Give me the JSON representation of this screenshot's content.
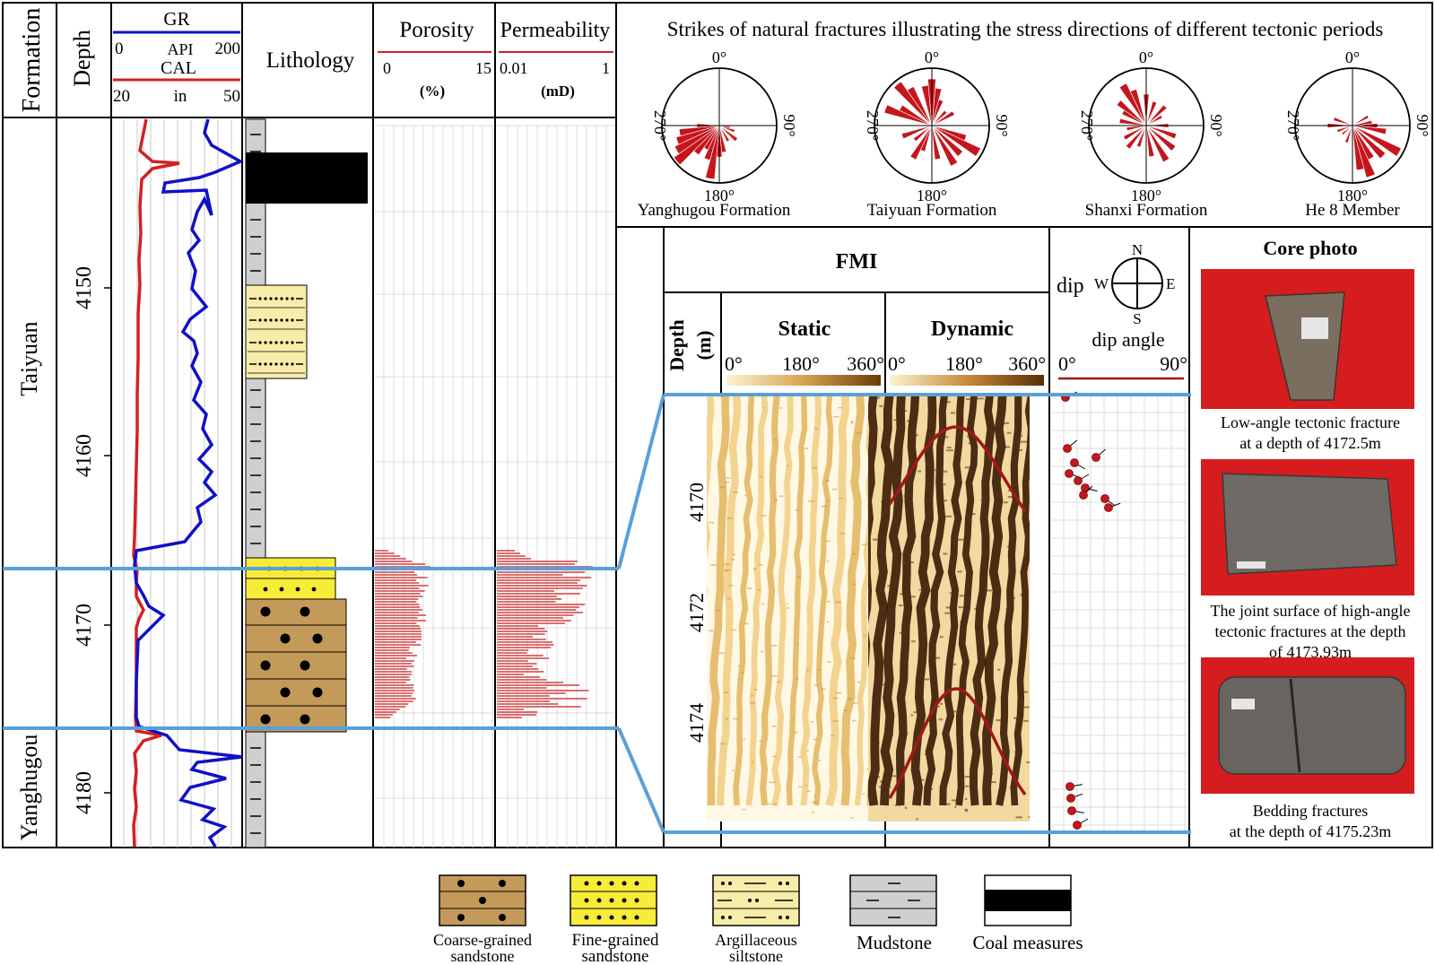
{
  "headers": {
    "formation": "Formation",
    "depth": "Depth",
    "gr": "GR",
    "api": "API",
    "gr_min": "0",
    "gr_max": "200",
    "cal": "CAL",
    "cal_unit": "in",
    "cal_min": "20",
    "cal_max": "50",
    "lithology": "Lithology",
    "porosity": "Porosity",
    "por_min": "0",
    "por_max": "15",
    "por_unit": "(%)",
    "permeability": "Permeability",
    "perm_min": "0.01",
    "perm_max": "1",
    "perm_unit": "(mD)"
  },
  "formations": [
    "Taiyuan",
    "Yanghugou"
  ],
  "depth_ticks": [
    "4150",
    "4160",
    "4170",
    "4180"
  ],
  "rose": {
    "title": "Strikes of natural fractures illustrating the stress directions of different tectonic periods",
    "angle_labels": [
      "0°",
      "90°",
      "180°",
      "270°"
    ],
    "diagrams": [
      {
        "name": "Yanghugou Formation"
      },
      {
        "name": "Taiyuan Formation"
      },
      {
        "name": "Shanxi Formation"
      },
      {
        "name": "He 8 Member"
      }
    ]
  },
  "fmi": {
    "title": "FMI",
    "depth_label": "Depth",
    "depth_unit": "(m)",
    "static": "Static",
    "dynamic": "Dynamic",
    "scale_labels": [
      "0°",
      "180°",
      "360°"
    ],
    "depth_ticks": [
      "4170",
      "4172",
      "4174"
    ],
    "dip": "dip",
    "compass": {
      "n": "N",
      "s": "S",
      "e": "E",
      "w": "W"
    },
    "dip_angle": "dip angle",
    "dip_min": "0°",
    "dip_max": "90°"
  },
  "core": {
    "title": "Core photo",
    "captions": [
      [
        "Low-angle tectonic fracture",
        "at a depth of 4172.5m"
      ],
      [
        "The joint surface of high-angle",
        "tectonic fractures at the depth",
        "of 4173.93m"
      ],
      [
        "Bedding fractures",
        "at the depth of 4175.23m"
      ]
    ]
  },
  "legend": [
    {
      "lines": [
        "Coarse-grained",
        "sandstone"
      ]
    },
    {
      "lines": [
        "Fine-grained",
        "sandstone"
      ]
    },
    {
      "lines": [
        "Argillaceous",
        "siltstone"
      ]
    },
    {
      "lines": [
        "Mudstone"
      ]
    },
    {
      "lines": [
        "Coal measures"
      ]
    }
  ],
  "colors": {
    "gr_curve": "#1010c8",
    "cal_curve": "#d42020",
    "rose_fill": "#c4161c",
    "marker_line": "#5aa0d8",
    "coarse_sand": "#c49a5a",
    "fine_sand": "#f7ec38",
    "silt": "#f7eda8",
    "mudstone": "#cfcfcf",
    "core_bg": "#d51d20",
    "sine_curve": "#a01818"
  }
}
